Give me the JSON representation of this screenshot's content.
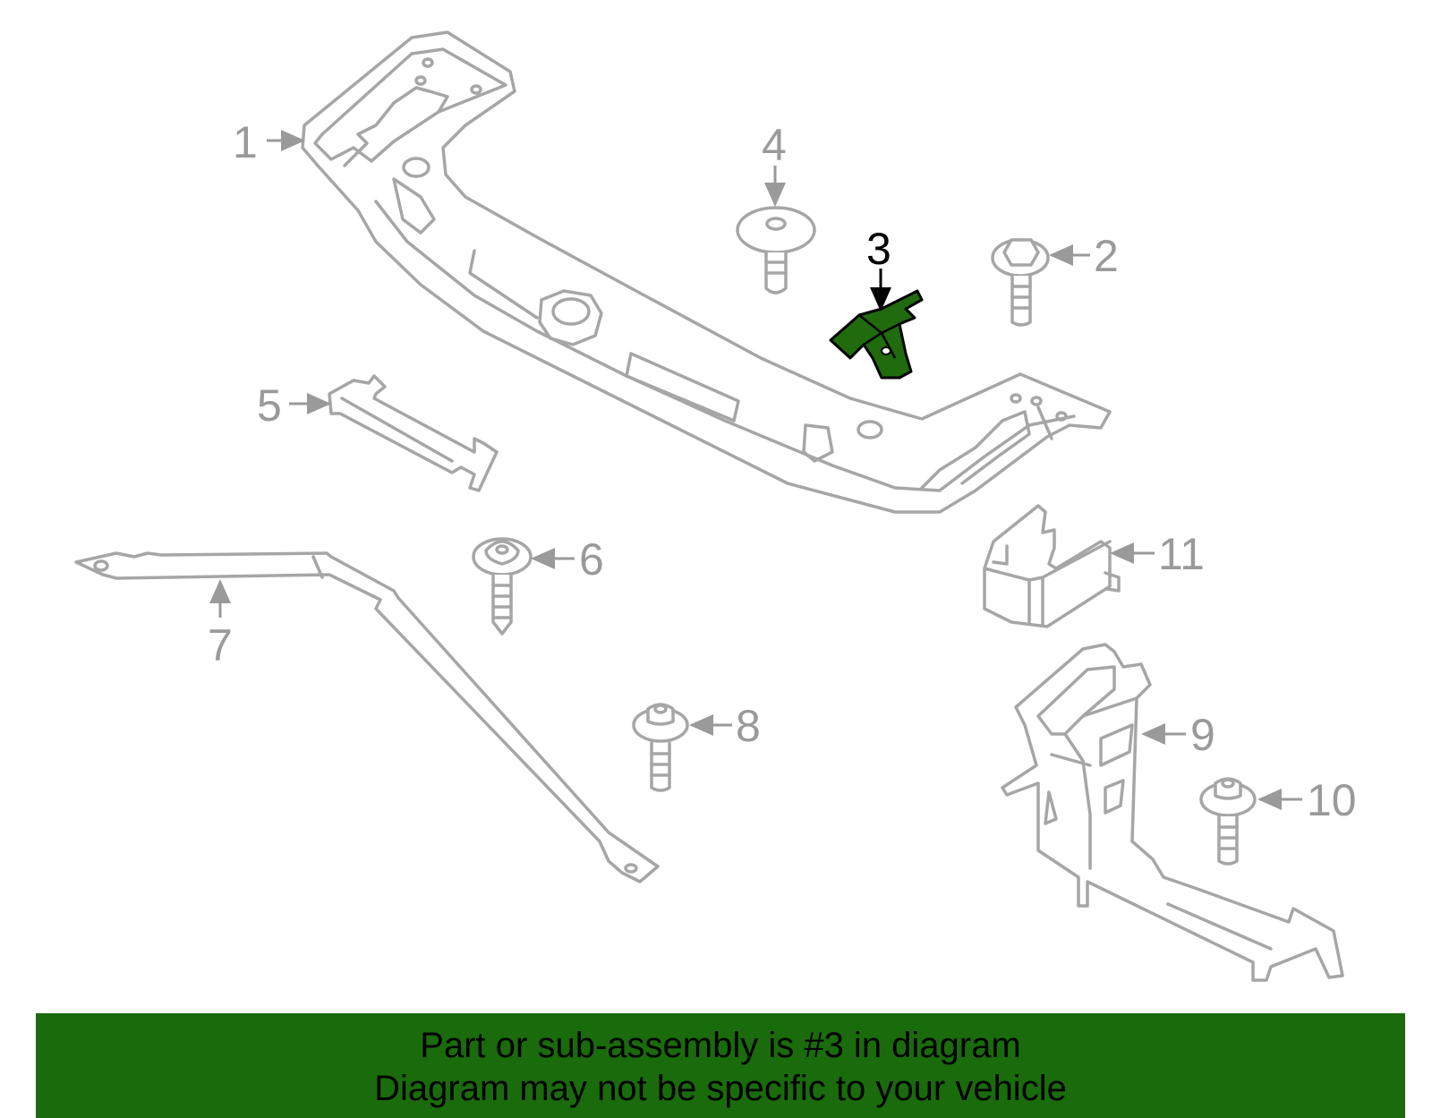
{
  "callouts": [
    {
      "id": "1",
      "text": "1"
    },
    {
      "id": "2",
      "text": "2"
    },
    {
      "id": "3",
      "text": "3"
    },
    {
      "id": "4",
      "text": "4"
    },
    {
      "id": "5",
      "text": "5"
    },
    {
      "id": "6",
      "text": "6"
    },
    {
      "id": "7",
      "text": "7"
    },
    {
      "id": "8",
      "text": "8"
    },
    {
      "id": "9",
      "text": "9"
    },
    {
      "id": "10",
      "text": "10"
    },
    {
      "id": "11",
      "text": "11"
    }
  ],
  "banner": {
    "line1": "Part or sub-assembly is #3 in diagram",
    "line2": "Diagram may not be specific to your vehicle"
  },
  "colors": {
    "banner_bg": "#1a6b0b",
    "highlight_part": "#1f6b0e",
    "line_gray": "#a6a6a6",
    "label_gray": "#9a9a9a"
  }
}
